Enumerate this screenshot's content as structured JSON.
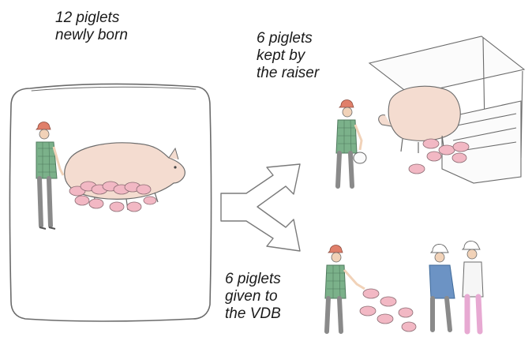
{
  "labels": {
    "newborn": [
      "12 piglets",
      "newly born"
    ],
    "kept": [
      "6 piglets",
      "kept by",
      "the raiser"
    ],
    "given": [
      "6 piglets",
      "given  to",
      "the VDB"
    ]
  },
  "colors": {
    "sketch": "#6b6b6b",
    "pig": "#f4dcd0",
    "piglet": "#f2b8c4",
    "shirt_check": "#7bb18a",
    "cap": "#e07f6a",
    "shirt_blue": "#6c93c4",
    "pants_pink": "#e7a9d2"
  }
}
